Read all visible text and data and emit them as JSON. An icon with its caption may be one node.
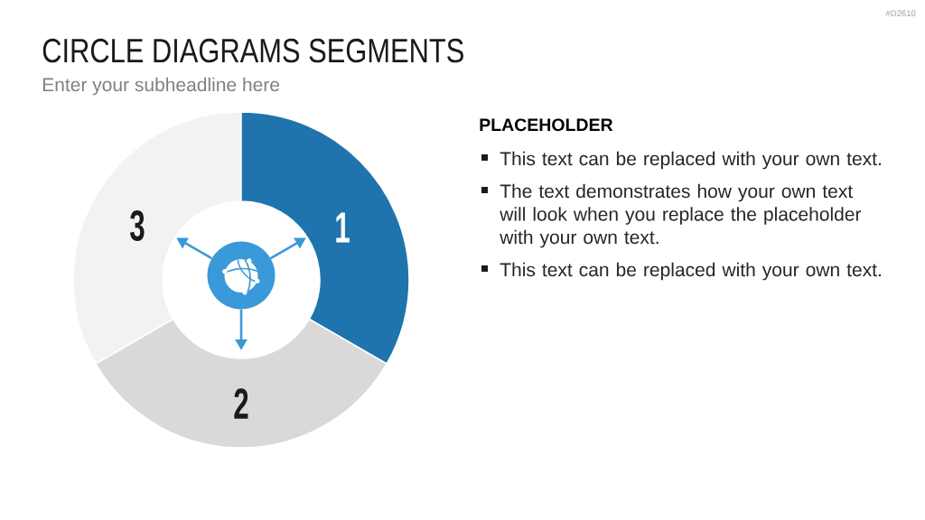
{
  "diagram": {
    "title": "CIRCLE DIAGRAMS SEGMENTS",
    "nodes": [
      {
        "text": [
          "3"
        ]
      },
      {
        "text": [
          "1"
        ]
      },
      {
        "text": [],
        "shape": "circle"
      },
      {
        "text": [
          "2"
        ]
      }
    ],
    "edges": [
      {
        "from": 2,
        "to": 0,
        "arrow": "to"
      },
      {
        "from": 2,
        "to": 1,
        "arrow": "to"
      },
      {
        "from": 2,
        "to": 3,
        "arrow": "to"
      }
    ],
    "labels": [
      "#D2610",
      "Enter your subheadline here",
      "PLACEHOLDER",
      "This text can be replaced with your own text.",
      "The text demonstrates how your own text will look when you replace the placeholder with your own text.",
      "This text can be replaced with your own text."
    ]
  }
}
